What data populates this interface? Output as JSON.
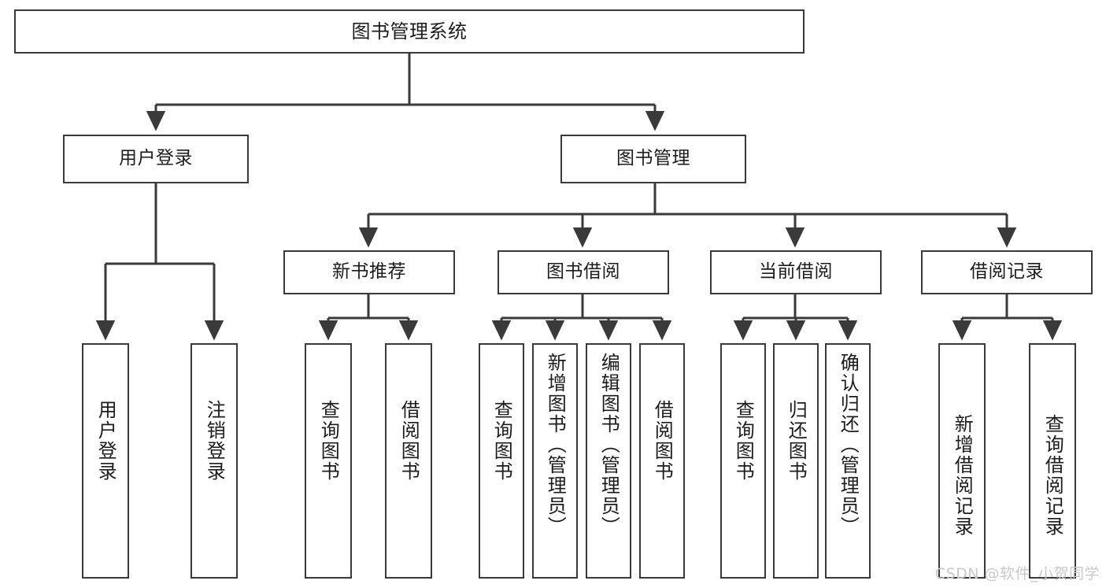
{
  "diagram": {
    "title": "图书管理系统",
    "type": "tree-hierarchy",
    "watermark": "CSDN @软件_小贺同学",
    "colors": {
      "box_border": "#3a3a3a",
      "box_fill": "#ffffff",
      "edge": "#3a3a3a",
      "text": "#1c1c1c",
      "watermark": "#c9c9c9"
    },
    "root": {
      "label": "图书管理系统"
    },
    "level2": [
      {
        "label": "用户登录"
      },
      {
        "label": "图书管理"
      }
    ],
    "level3": [
      {
        "label": "新书推荐"
      },
      {
        "label": "图书借阅"
      },
      {
        "label": "当前借阅"
      },
      {
        "label": "借阅记录"
      }
    ],
    "leaves": {
      "user_login": [
        {
          "label": "用户登录"
        },
        {
          "label": "注销登录"
        }
      ],
      "new_book_recommend": [
        {
          "label": "查询图书"
        },
        {
          "label": "借阅图书"
        }
      ],
      "book_borrow": [
        {
          "label": "查询图书"
        },
        {
          "label": "新增图书（管理员）"
        },
        {
          "label": "编辑图书（管理员）"
        },
        {
          "label": "借阅图书"
        }
      ],
      "current_borrow": [
        {
          "label": "查询图书"
        },
        {
          "label": "归还图书"
        },
        {
          "label": "确认归还（管理员）"
        }
      ],
      "borrow_record": [
        {
          "label": "新增借阅记录"
        },
        {
          "label": "查询借阅记录"
        }
      ]
    }
  }
}
